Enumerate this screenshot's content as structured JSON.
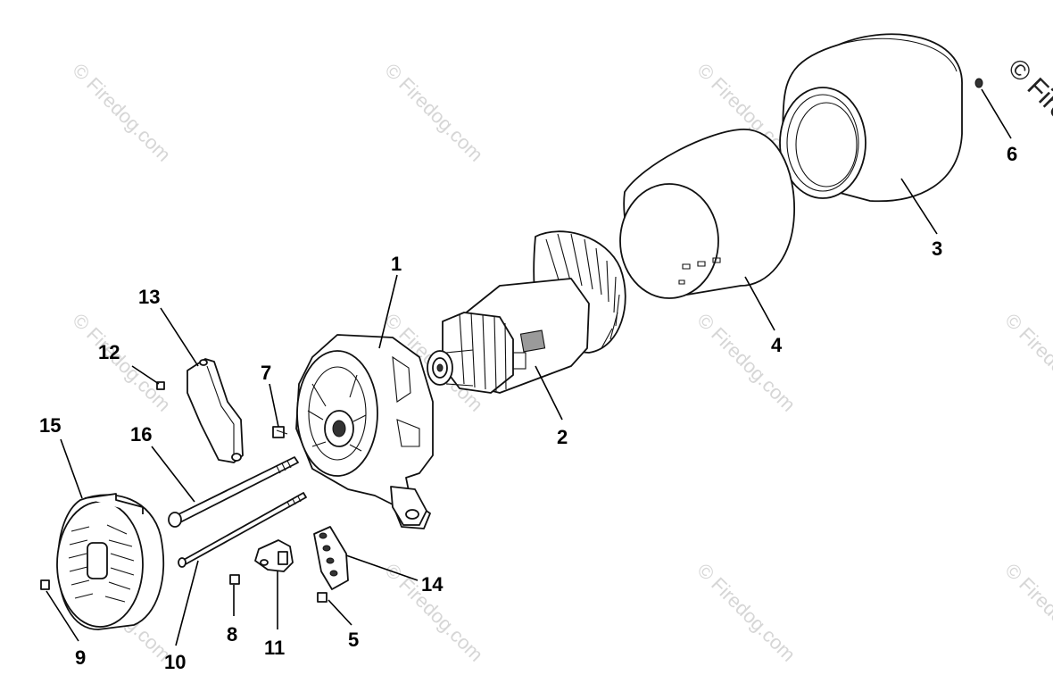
{
  "diagram": {
    "part_labels": [
      "1",
      "2",
      "3",
      "4",
      "5",
      "6",
      "7",
      "8",
      "9",
      "10",
      "11",
      "12",
      "13",
      "14",
      "15",
      "16"
    ],
    "watermark_text": "© Firedog.com",
    "watermark_corner_text": "© Fire"
  }
}
